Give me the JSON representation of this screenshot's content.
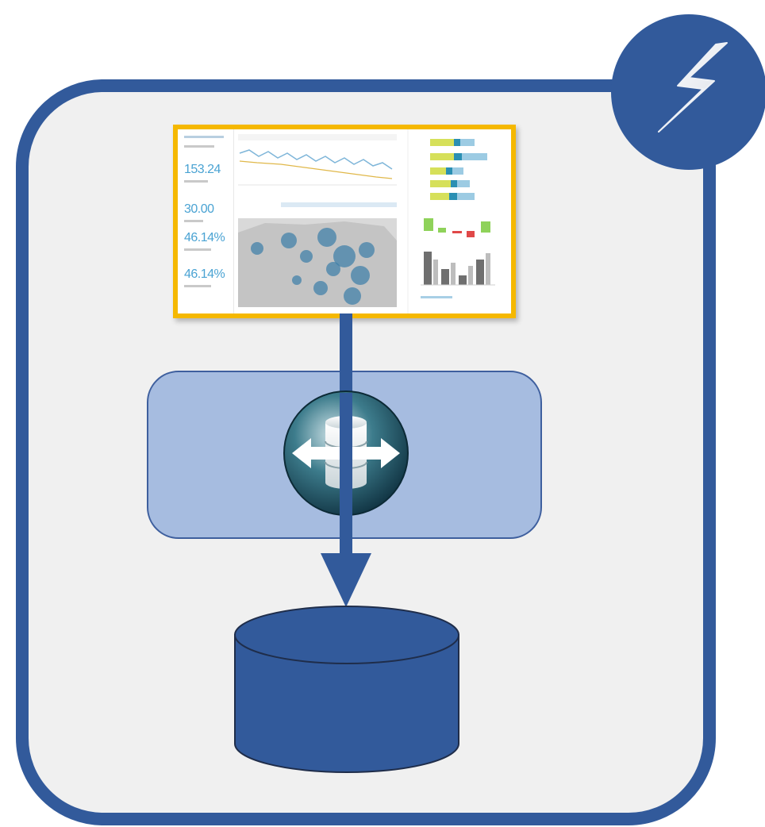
{
  "colors": {
    "frame": "#325a9b",
    "frame_fill": "#f0f0f0",
    "panel": "#a6bce0",
    "dashboard_border": "#f5b800",
    "database": "#325a9b",
    "kpi_text": "#4aa3d3"
  },
  "icons": [
    "lightning-icon",
    "database-sync-icon",
    "database-cylinder-icon"
  ],
  "dashboard": {
    "kpis": [
      "153.24",
      "30.00",
      "46.14%",
      "46.14%"
    ]
  }
}
